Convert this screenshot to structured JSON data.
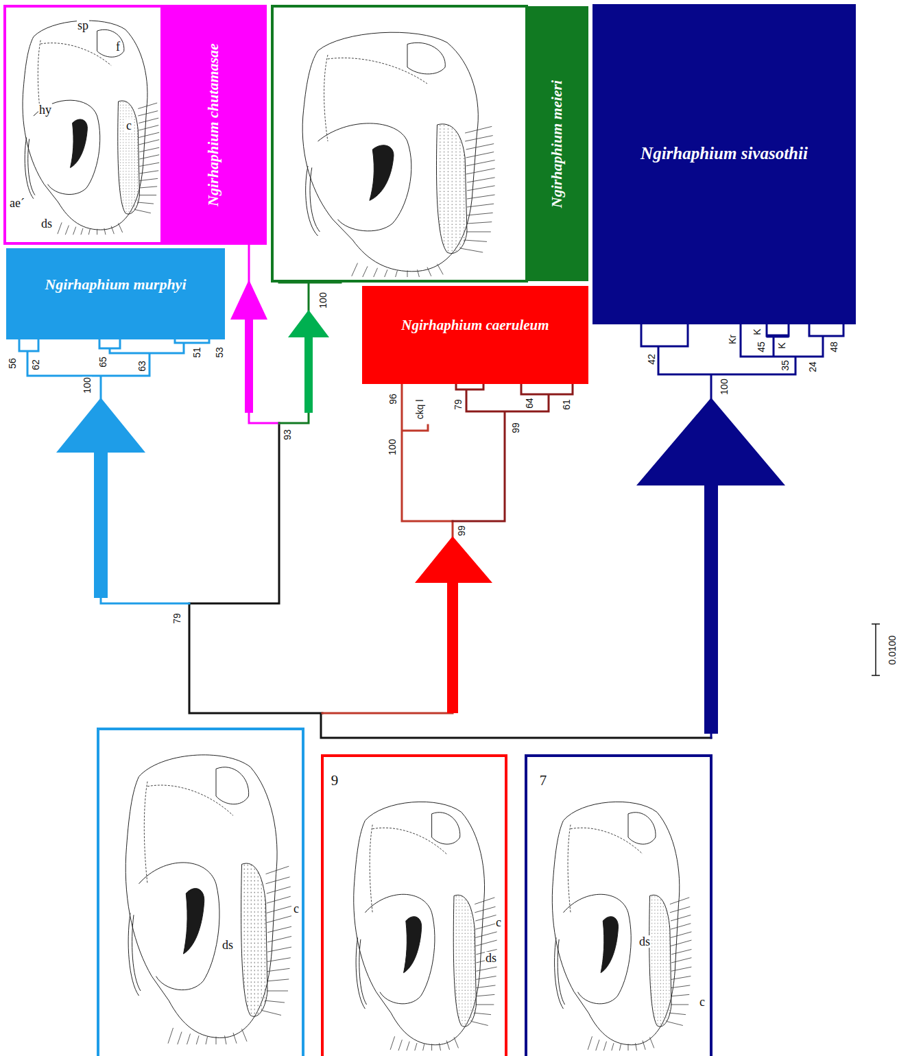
{
  "diagram": {
    "nodes": [
      {
        "text": [
          "Ngirhaphium chutamasae"
        ]
      },
      {
        "text": [
          "Ngirhaphium meieri"
        ]
      },
      {
        "text": [
          "Ngirhaphium sivasothii"
        ]
      },
      {
        "text": [
          "Ngirhaphium murphyi"
        ]
      },
      {
        "text": [
          "Ngirhaphium caeruleum"
        ]
      }
    ],
    "labels": [
      "sp",
      "f",
      "hy",
      "c",
      "ae´",
      "ds",
      "56",
      "62",
      "65",
      "63",
      "51",
      "53",
      "100",
      "100",
      "93",
      "79",
      "96",
      "ckq l",
      "79",
      "64",
      "61",
      "100",
      "99",
      "99",
      "Kr",
      "K",
      "45",
      "K",
      "42",
      "100",
      "35",
      "24",
      "48",
      "0.0100",
      "c",
      "ds",
      "9",
      "c",
      "ds",
      "7",
      "ds",
      "c"
    ]
  }
}
